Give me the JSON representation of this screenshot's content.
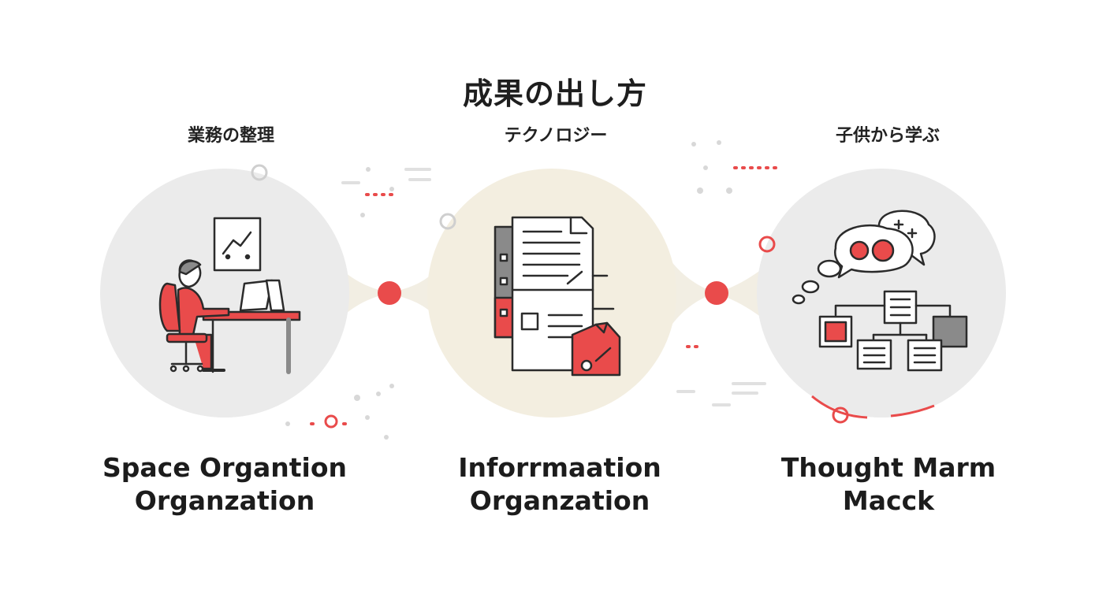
{
  "title": "成果の出し方",
  "panels": [
    {
      "subtitle": "業務の整理",
      "label_line1": "Space Organtion",
      "label_line2": "Organzation",
      "icon": "person-at-desk-icon"
    },
    {
      "subtitle": "テクノロジー",
      "label_line1": "Inforrmaation",
      "label_line2": "Organzation",
      "icon": "documents-icon"
    },
    {
      "subtitle": "子供から学ぶ",
      "label_line1": "Thought Marm",
      "label_line2": "Macck",
      "icon": "thought-bubble-icon"
    }
  ],
  "colors": {
    "accent": "#e94b4b",
    "circle_gray": "#ebebeb",
    "circle_beige": "#f3eee0",
    "ink": "#1e1e1e"
  }
}
